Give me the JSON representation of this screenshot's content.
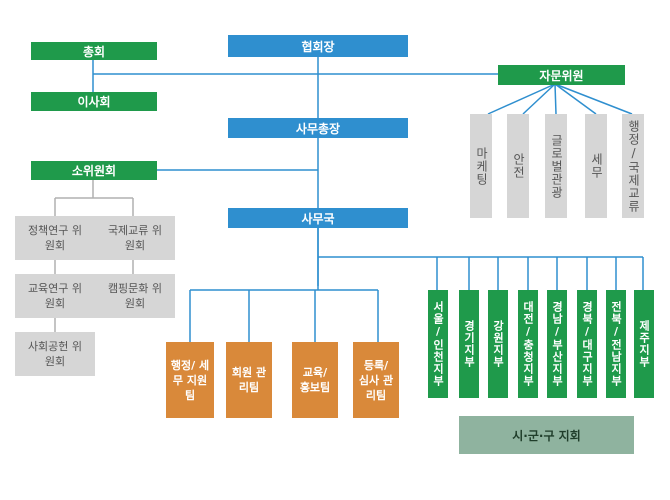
{
  "top": {
    "president": "협회장",
    "general_meeting": "총회",
    "board": "이사회",
    "advisory": "자문위원"
  },
  "advisory_items": [
    "마케팅",
    "안전",
    "글로벌관광",
    "세무",
    "행정/국제교류"
  ],
  "secretary_general": "사무총장",
  "subcommittee": "소위원회",
  "committees": [
    "정책연구 위원회",
    "국제교류 위원회",
    "교육연구 위원회",
    "캠핑문화 위원회",
    "사회공헌 위원회"
  ],
  "secretariat": "사무국",
  "teams": [
    "행정/ 세무 지원팀",
    "회원 관리팀",
    "교육/ 홍보팀",
    "등록/ 심사 관리팀"
  ],
  "branches": [
    "서울/인천지부",
    "경기지부",
    "강원지부",
    "대전/충청지부",
    "경남/부산지부",
    "경북/대구지부",
    "전북/전남지부",
    "제주지부"
  ],
  "local": "시·군·구 지회"
}
